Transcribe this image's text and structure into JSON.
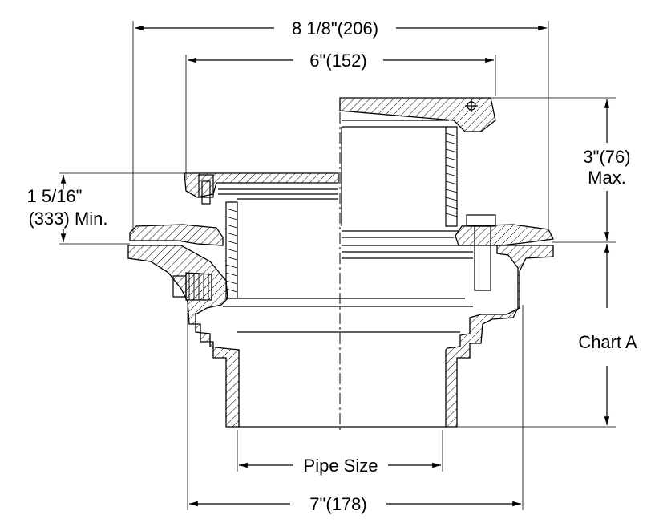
{
  "dimensions": {
    "overall_top": "8 1/8\"(206)",
    "inner_top": "6\"(152)",
    "adjust_max_line1": "3\"(76)",
    "adjust_max_line2": "Max.",
    "min_height_line1": "1 5/16\"",
    "min_height_line2": "(333) Min.",
    "chart_ref": "Chart A",
    "pipe_size": "Pipe Size",
    "bottom_width": "7\"(178)"
  }
}
